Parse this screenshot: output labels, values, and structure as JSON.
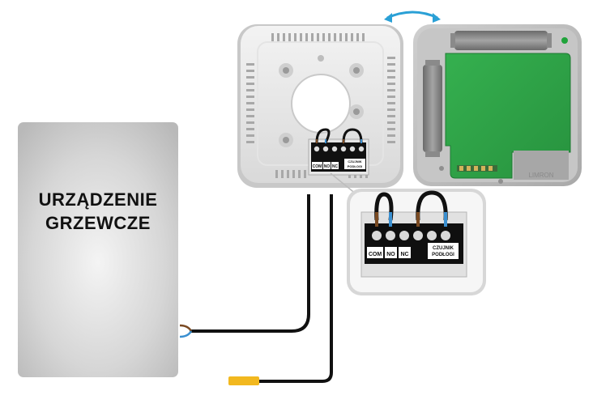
{
  "heating_device": {
    "label_line1": "URZĄDZENIE",
    "label_line2": "GRZEWCZE"
  },
  "terminal_block": {
    "com_label": "COM",
    "no_label": "NO",
    "nc_label": "NC",
    "sensor_label_line1": "CZUJNIK",
    "sensor_label_line2": "PODŁOGI"
  },
  "thermostat": {
    "brand": "LIMRON"
  },
  "colors": {
    "pcb": "#2fa84a",
    "wire_brown": "#7a4a22",
    "wire_blue": "#3a8fd0",
    "sensor_probe": "#f2b81f",
    "rotate_arrow": "#2aa0d6"
  },
  "icons": [
    "rotate-arrow-icon",
    "led-indicator-icon"
  ]
}
